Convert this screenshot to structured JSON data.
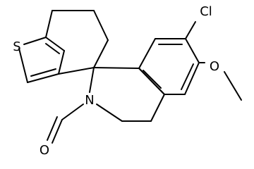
{
  "molecule": {
    "atoms": {
      "sulfur": "S",
      "chlorine": "Cl",
      "methoxy_oxygen": "O",
      "nitrogen": "N",
      "formyl_oxygen": "O"
    }
  }
}
